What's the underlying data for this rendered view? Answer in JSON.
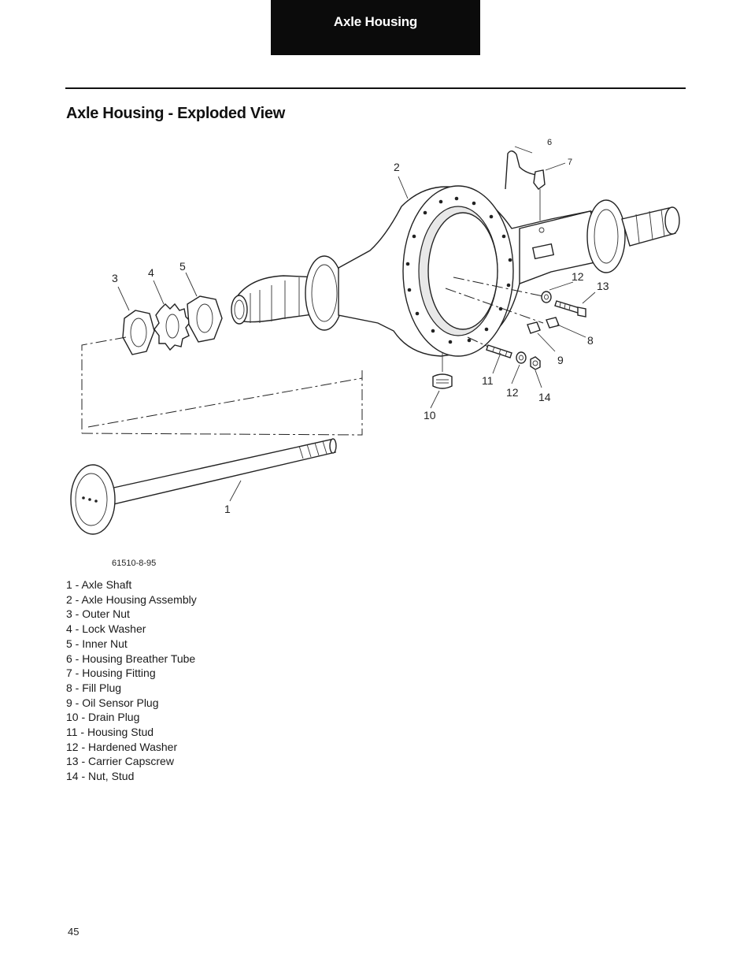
{
  "header": {
    "section_tab": "Axle Housing"
  },
  "section_title": "Axle Housing - Exploded View",
  "figure": {
    "callouts": {
      "c1": "1",
      "c2": "2",
      "c3": "3",
      "c4": "4",
      "c5": "5",
      "c6": "6",
      "c7": "7",
      "c8": "8",
      "c9": "9",
      "c10": "10",
      "c11": "11",
      "c12a": "12",
      "c12b": "12",
      "c13": "13",
      "c14": "14"
    },
    "figure_id": "61510-8-95"
  },
  "legend": [
    "1 - Axle Shaft",
    "2 - Axle Housing Assembly",
    "3 - Outer Nut",
    "4 - Lock Washer",
    "5 - Inner Nut",
    "6 - Housing Breather Tube",
    "7 - Housing Fitting",
    "8 - Fill Plug",
    "9 - Oil Sensor Plug",
    "10 - Drain Plug",
    "11 - Housing Stud",
    "12 - Hardened Washer",
    "13 - Carrier Capscrew",
    "14 - Nut, Stud"
  ],
  "page_number": "45"
}
